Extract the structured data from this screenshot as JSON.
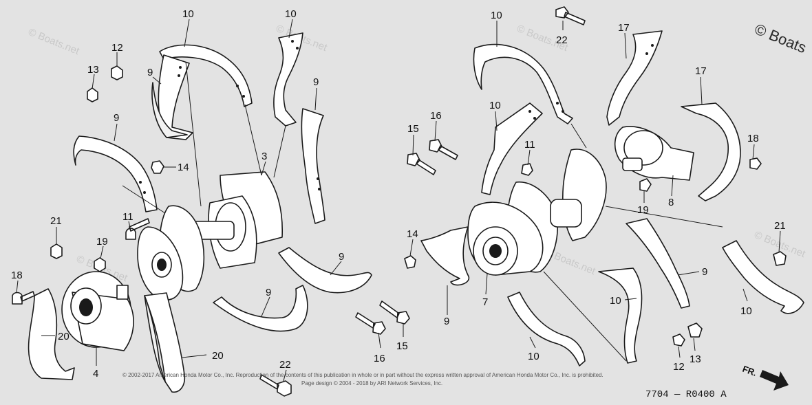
{
  "watermark": {
    "corner_text": "© Boats",
    "repeat_text": "© Boats.net"
  },
  "callouts": [
    {
      "id": "c10a",
      "text": "10"
    },
    {
      "id": "c10b",
      "text": "10"
    },
    {
      "id": "c12a",
      "text": "12"
    },
    {
      "id": "c13a",
      "text": "13"
    },
    {
      "id": "c9a",
      "text": "9"
    },
    {
      "id": "c9b",
      "text": "9"
    },
    {
      "id": "c9c",
      "text": "9"
    },
    {
      "id": "c14a",
      "text": "14"
    },
    {
      "id": "c3",
      "text": "3"
    },
    {
      "id": "c11a",
      "text": "11"
    },
    {
      "id": "c21a",
      "text": "21"
    },
    {
      "id": "c19a",
      "text": "19"
    },
    {
      "id": "c18a",
      "text": "18"
    },
    {
      "id": "c20a",
      "text": "20"
    },
    {
      "id": "c20b",
      "text": "20"
    },
    {
      "id": "c4",
      "text": "4"
    },
    {
      "id": "c9d",
      "text": "9"
    },
    {
      "id": "c9e",
      "text": "9"
    },
    {
      "id": "c22a",
      "text": "22"
    },
    {
      "id": "c10c",
      "text": "10"
    },
    {
      "id": "c22b",
      "text": "22"
    },
    {
      "id": "c17a",
      "text": "17"
    },
    {
      "id": "c17b",
      "text": "17"
    },
    {
      "id": "c10d",
      "text": "10"
    },
    {
      "id": "c15a",
      "text": "15"
    },
    {
      "id": "c16a",
      "text": "16"
    },
    {
      "id": "c11b",
      "text": "11"
    },
    {
      "id": "c18b",
      "text": "18"
    },
    {
      "id": "c19b",
      "text": "19"
    },
    {
      "id": "c8",
      "text": "8"
    },
    {
      "id": "c14b",
      "text": "14"
    },
    {
      "id": "c21b",
      "text": "21"
    },
    {
      "id": "c7",
      "text": "7"
    },
    {
      "id": "c9f",
      "text": "9"
    },
    {
      "id": "c9g",
      "text": "9"
    },
    {
      "id": "c10e",
      "text": "10"
    },
    {
      "id": "c10f",
      "text": "10"
    },
    {
      "id": "c16b",
      "text": "16"
    },
    {
      "id": "c15b",
      "text": "15"
    },
    {
      "id": "c10g",
      "text": "10"
    },
    {
      "id": "c12b",
      "text": "12"
    },
    {
      "id": "c13b",
      "text": "13"
    }
  ],
  "footer": {
    "copyright_line1": "© 2002-2017 American Honda Motor Co., Inc. Reproduction of the contents of this publication in whole or in part without the express written approval of American Honda Motor Co., Inc. is prohibited.",
    "copyright_line2": "Page design © 2004 - 2018 by ARI Network Services, Inc.",
    "diagram_code": "7704 — R0400 A",
    "direction_label": "FR."
  }
}
